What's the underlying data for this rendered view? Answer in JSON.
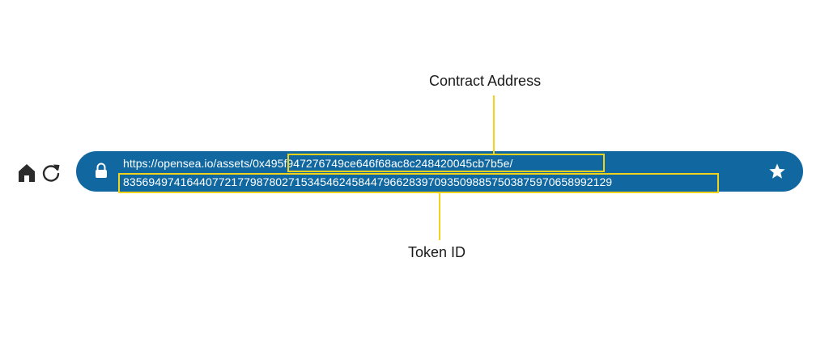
{
  "browser": {
    "url_prefix": "https://opensea.io/assets/",
    "contract_address": "0x495f947276749ce646f68ac8c248420045cb7b5e",
    "separator": "/",
    "token_id": "83569497416440772177987802715345462458447966283970935098857503875970658992129"
  },
  "annotations": {
    "contract_label": "Contract Address",
    "token_label": "Token ID"
  },
  "icons": {
    "home": "home-icon",
    "reload": "reload-icon",
    "lock": "lock-icon",
    "bookmark": "star-icon"
  },
  "colors": {
    "url_bar": "#1168a1",
    "highlight": "#f2d21b",
    "icon": "#2b2b2b",
    "url_text": "#ffffff"
  }
}
